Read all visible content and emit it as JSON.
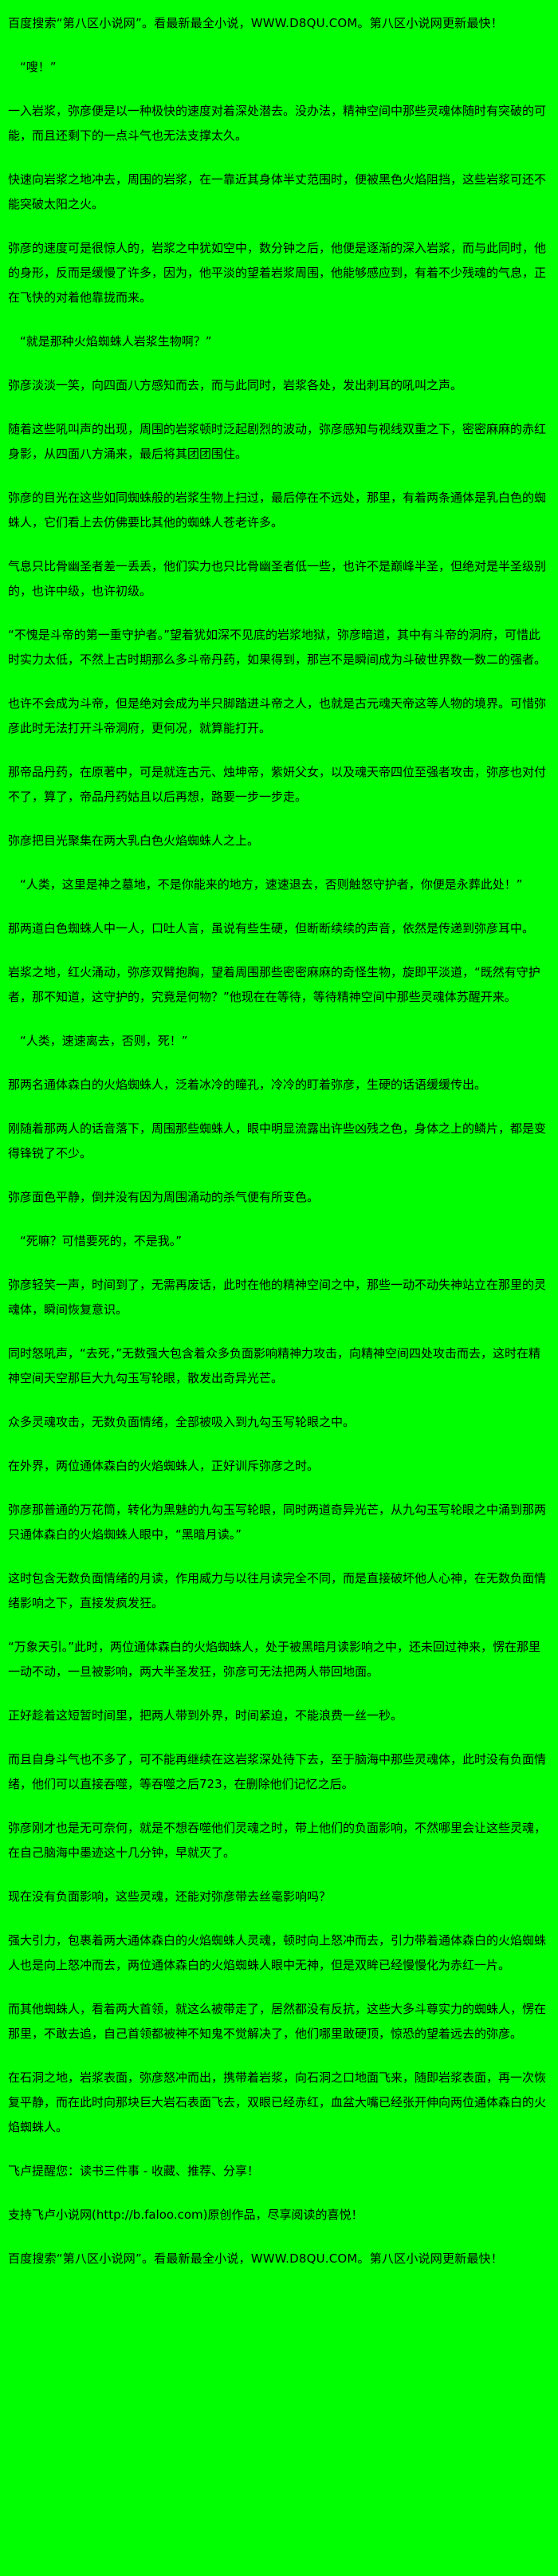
{
  "page": {
    "background_color": "#00ff00",
    "text_color": "#000000"
  },
  "header": {
    "promo": "百度搜索“第八区小说网”。看最新最全小说，WWW.D8QU.COM。第八区小说网更新最快！"
  },
  "content": {
    "paragraphs": [
      "“嗖！”",
      "一入岩浆，弥彦便是以一种极快的速度对着深处潜去。没办法，精神空间中那些灵魂体随时有突破的可能，而且还剩下的一点斗气也无法支撑太久。",
      "快速向岩浆之地冲去，周围的岩浆，在一靠近其身体半丈范围时，便被黑色火焰阻挡，这些岩浆可还不能突破太阳之火。",
      "弥彦的速度可是很惊人的，岩浆之中犹如空中，数分钟之后，他便是逐渐的深入岩浆，而与此同时，他的身形，反而是缓慢了许多，因为，他平淡的望着岩浆周围，他能够感应到，有着不少残魂的气息，正在飞快的对着他靠拢而来。",
      "“就是那种火焰蜘蛛人岩浆生物啊？”",
      "弥彦淡淡一笑，向四面八方感知而去，而与此同时，岩浆各处，发出刺耳的吼叫之声。",
      "随着这些吼叫声的出现，周围的岩浆顿时泛起剧烈的波动，弥彦感知与视线双重之下，密密麻麻的赤红身影，从四面八方涌来，最后将其团团围住。",
      "弥彦的目光在这些如同蜘蛛般的岩浆生物上扫过，最后停在不远处，那里，有着两条通体是乳白色的蜘蛛人，它们看上去仿佛要比其他的蜘蛛人苍老许多。",
      "气息只比骨幽圣者差一丢丢，他们实力也只比骨幽圣者低一些，也许不是巅峰半圣，但绝对是半圣级别的，也许中级，也许初级。",
      "“不愧是斗帝的第一重守护者。”望着犹如深不见底的岩浆地狱，弥彦暗道，其中有斗帝的洞府，可惜此时实力太低，不然上古时期那么多斗帝丹药，如果得到，那岂不是瞬间成为斗破世界数一数二的强者。",
      "也许不会成为斗帝，但是绝对会成为半只脚踏进斗帝之人，也就是古元魂天帝这等人物的境界。可惜弥彦此时无法打开斗帝洞府，更何况，就算能打开。",
      "那帝品丹药，在原著中，可是就连古元、烛坤帝，紫妍父女，以及魂天帝四位至强者攻击，弥彦也对付不了，算了，帝品丹药姑且以后再想，路要一步一步走。",
      "弥彦把目光聚集在两大乳白色火焰蜘蛛人之上。",
      "“人类，这里是神之墓地，不是你能来的地方，速速退去，否则触怒守护者，你便是永葬此处！”",
      "那两道白色蜘蛛人中一人，口吐人言，虽说有些生硬，但断断续续的声音，依然是传递到弥彦耳中。",
      "岩浆之地，红火涌动，弥彦双臂抱胸，望着周围那些密密麻麻的奇怪生物，旋即平淡道，“既然有守护者，那不知道，这守护的，究竟是何物？”他现在在等待，等待精神空间中那些灵魂体苏醒开来。",
      "“人类，速速离去，否则，死！”",
      "那两名通体森白的火焰蜘蛛人，泛着冰冷的瞳孔，冷冷的盯着弥彦，生硬的话语缓缓传出。",
      "刚随着那两人的话音落下，周围那些蜘蛛人，眼中明显流露出许些凶残之色，身体之上的鳞片，都是变得锋锐了不少。",
      "弥彦面色平静，倒并没有因为周围涌动的杀气便有所变色。",
      "“死嘛？可惜要死的，不是我。”",
      "弥彦轻笑一声，时间到了，无需再废话，此时在他的精神空间之中，那些一动不动失神站立在那里的灵魂体，瞬间恢复意识。",
      "同时怒吼声，“去死，”无数强大包含着众多负面影响精神力攻击，向精神空间四处攻击而去，这时在精神空间天空那巨大九勾玉写轮眼，散发出奇异光芒。",
      "众多灵魂攻击，无数负面情绪，全部被吸入到九勾玉写轮眼之中。",
      "在外界，两位通体森白的火焰蜘蛛人，正好训斥弥彦之时。",
      "弥彦那普通的万花筒，转化为黑魅的九勾玉写轮眼，同时两道奇异光芒，从九勾玉写轮眼之中涌到那两只通体森白的火焰蜘蛛人眼中，“黑暗月读。”",
      "这时包含无数负面情绪的月读，作用威力与以往月读完全不同，而是直接破坏他人心神，在无数负面情绪影响之下，直接发疯发狂。",
      "“万象天引。”此时，两位通体森白的火焰蜘蛛人，处于被黑暗月读影响之中，还未回过神来，愣在那里一动不动，一旦被影响，两大半圣发狂，弥彦可无法把两人带回地面。",
      "正好趁着这短暂时间里，把两人带到外界，时间紧迫，不能浪费一丝一秒。",
      "而且自身斗气也不多了，可不能再继续在这岩浆深处待下去，至于脑海中那些灵魂体，此时没有负面情绪，他们可以直接吞噬，等吞噬之后723，在删除他们记忆之后。",
      "弥彦刚才也是无可奈何，就是不想吞噬他们灵魂之时，带上他们的负面影响，不然哪里会让这些灵魂，在自己脑海中墨迹这十几分钟，早就灭了。",
      "现在没有负面影响，这些灵魂，还能对弥彦带去丝毫影响吗？",
      "强大引力，包裹着两大通体森白的火焰蜘蛛人灵魂，顿时向上怒冲而去，引力带着通体森白的火焰蜘蛛人也是向上怒冲而去，两位通体森白的火焰蜘蛛人眼中无神，但是双眸已经慢慢化为赤红一片。",
      "而其他蜘蛛人，看着两大首领，就这么被带走了，居然都没有反抗，这些大多斗尊实力的蜘蛛人，愣在那里，不敢去追，自己首领都被神不知鬼不觉解决了，他们哪里敢硬顶，惊恐的望着远去的弥彦。",
      "在石洞之地，岩浆表面，弥彦怒冲而出，携带着岩浆，向石洞之口地面飞来，随即岩浆表面，再一次恢复平静，而在此时向那块巨大岩石表面飞去，双眼已经赤红，血盆大嘴已经张开伸向两位通体森白的火焰蜘蛛人。"
    ]
  },
  "footer": {
    "reminder": "飞卢提醒您：读书三件事 - 收藏、推荐、分享！",
    "support": "支持飞卢小说网(http://b.faloo.com)原创作品，尽享阅读的喜悦！",
    "promo": "百度搜索“第八区小说网”。看最新最全小说，WWW.D8QU.COM。第八区小说网更新最快！"
  }
}
